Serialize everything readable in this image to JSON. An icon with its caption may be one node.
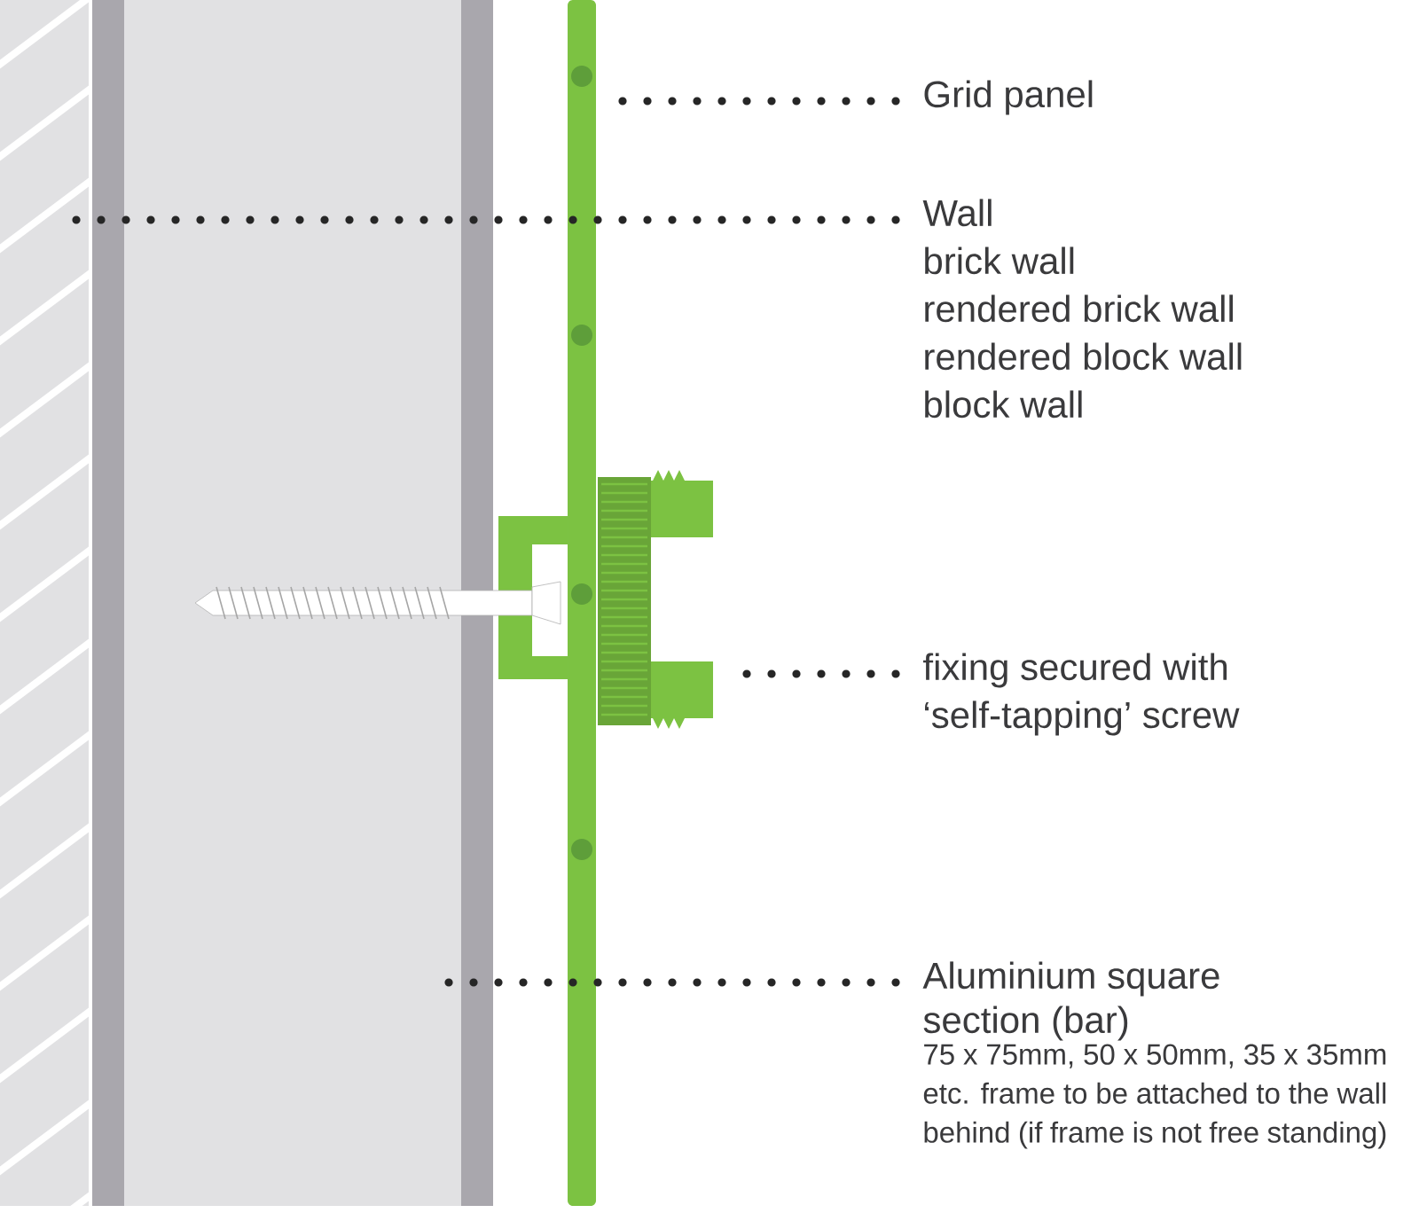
{
  "diagram": {
    "nodes": [
      {
        "text": [
          "Grid panel"
        ]
      },
      {
        "text": [
          "Wall",
          "brick wall",
          "rendered brick wall",
          "rendered block wall",
          "block wall"
        ]
      },
      {
        "text": [
          "fixing secured with ‘self-tapping’ screw"
        ]
      },
      {
        "text": [
          "Aluminium square section (bar)",
          "75 x 75mm, 50 x 50mm, 35 x 35mm etc. frame to be attached to the wall behind (if frame is not free standing)"
        ]
      },
      {
        "text": [],
        "shape": "bar"
      },
      {
        "text": [],
        "shape": "box"
      },
      {
        "text": [],
        "shape": "picture"
      },
      {
        "text": [],
        "shape": "box"
      }
    ],
    "edges": [
      {
        "from": 0,
        "to": 4,
        "arrow": "none"
      },
      {
        "from": 1,
        "to": 5,
        "arrow": "none"
      },
      {
        "from": 2,
        "to": 6,
        "arrow": "none"
      },
      {
        "from": 3,
        "to": 7,
        "arrow": "none"
      }
    ]
  }
}
